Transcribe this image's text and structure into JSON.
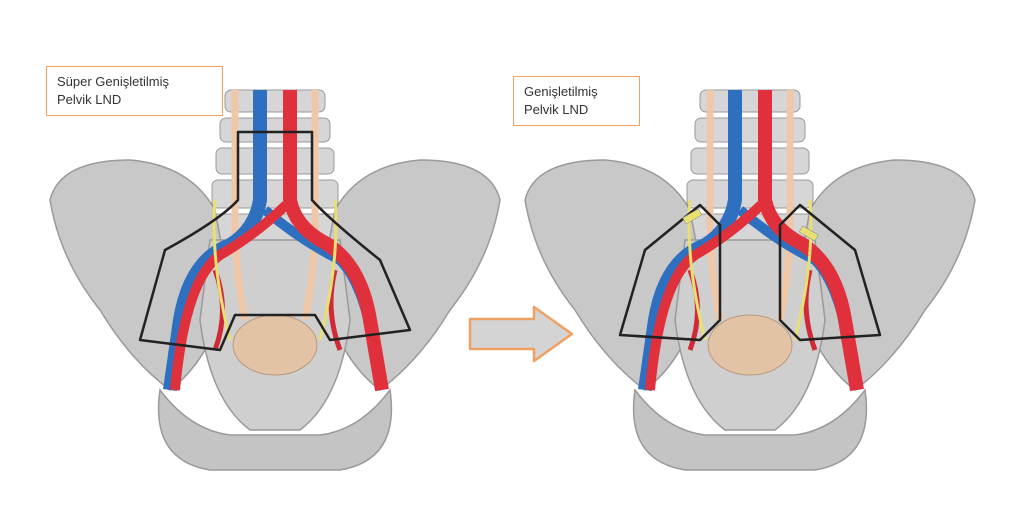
{
  "labels": {
    "left": {
      "line1": "Süper Genişletilmiş",
      "line2": "Pelvik LND"
    },
    "right": {
      "line1": "Genişletilmiş",
      "line2": "Pelvik LND"
    }
  },
  "colors": {
    "bone": "#c8c8c8",
    "bone_outline": "#9a9a9a",
    "artery": "#e0303c",
    "vein": "#2f6fc0",
    "ureter": "#f0c8a8",
    "boundary": "#222222",
    "nerve": "#e8e070",
    "arrow_fill": "#d4d4d4",
    "arrow_stroke": "#f0a060",
    "label_border": "#f0a060"
  },
  "icons": {
    "transition": "right-arrow-icon"
  }
}
